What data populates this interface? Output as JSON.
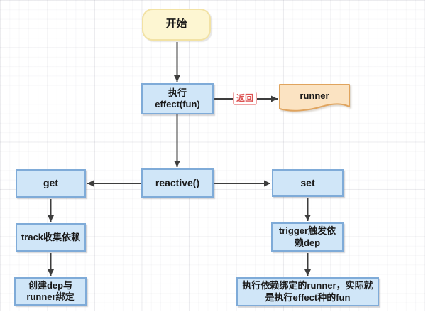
{
  "nodes": {
    "start": {
      "label": "开始"
    },
    "effect": {
      "lines": [
        "执行",
        "effect(fun)"
      ]
    },
    "runner": {
      "label": "runner"
    },
    "reactive": {
      "label": "reactive()"
    },
    "get": {
      "label": "get"
    },
    "set": {
      "label": "set"
    },
    "track": {
      "label": "track收集依赖"
    },
    "trigger": {
      "label": "trigger触发依赖dep"
    },
    "create_dep": {
      "label": "创建dep与runner绑定"
    },
    "exec_runner": {
      "label": "执行依赖绑定的runner，实际就是执行effect种的fun"
    }
  },
  "edges": [
    {
      "from": "start",
      "to": "effect",
      "label": ""
    },
    {
      "from": "effect",
      "to": "runner",
      "label": "返回"
    },
    {
      "from": "effect",
      "to": "reactive",
      "label": ""
    },
    {
      "from": "reactive",
      "to": "get",
      "label": ""
    },
    {
      "from": "reactive",
      "to": "set",
      "label": ""
    },
    {
      "from": "get",
      "to": "track",
      "label": ""
    },
    {
      "from": "track",
      "to": "create_dep",
      "label": ""
    },
    {
      "from": "set",
      "to": "trigger",
      "label": ""
    },
    {
      "from": "trigger",
      "to": "exec_runner",
      "label": ""
    }
  ],
  "colors": {
    "process_fill": "#d0e6f8",
    "process_border": "#7fabd8",
    "start_fill": "#fdf6d2",
    "start_border": "#f2e2a4",
    "document_fill": "#fbe3c2",
    "document_border": "#e0a45e",
    "arrow": "#3d3d3d",
    "edge_label_red": "#dd5252"
  }
}
